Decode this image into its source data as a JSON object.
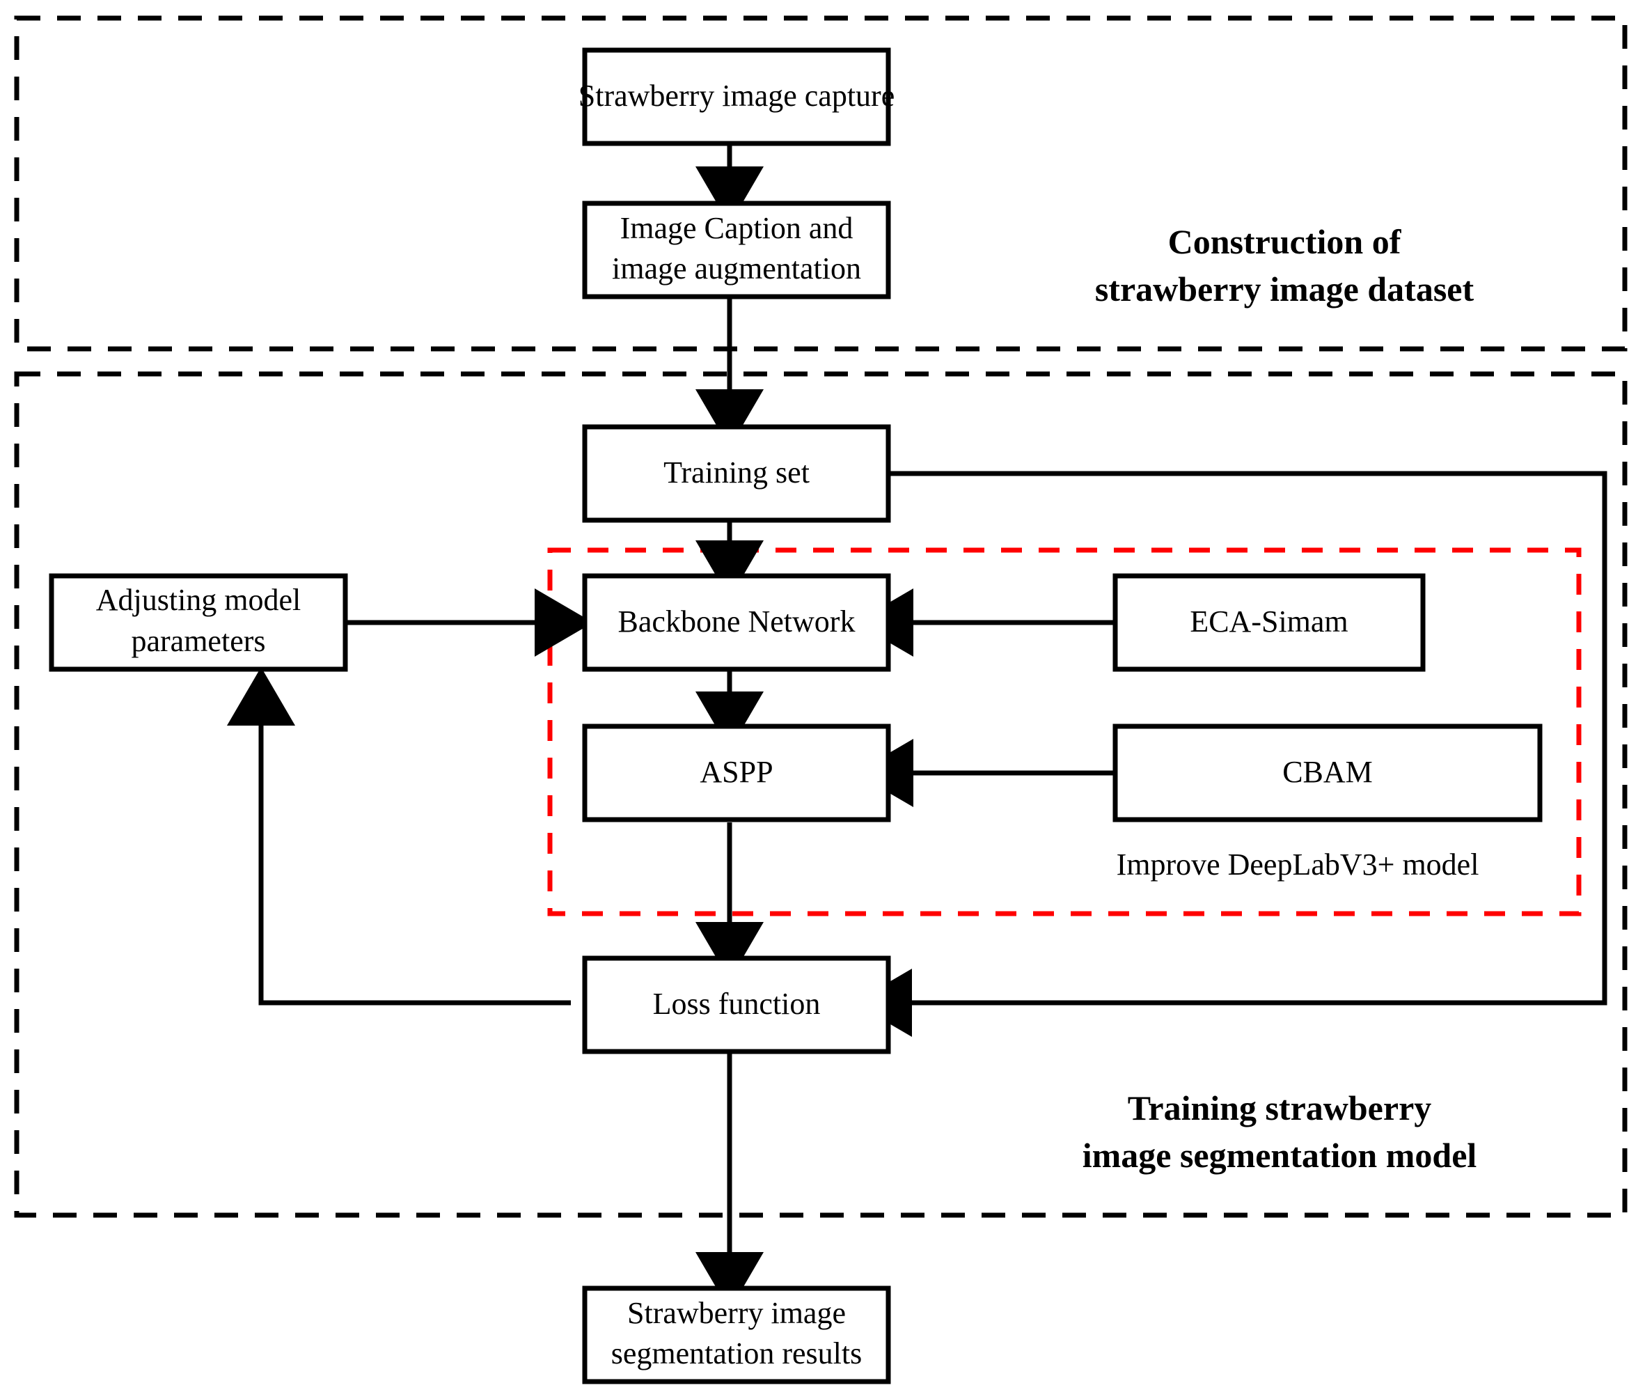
{
  "diagram": {
    "title": "Strawberry image segmentation pipeline flowchart",
    "colors": {
      "stroke": "#000000",
      "accent_red": "#ff0000",
      "background": "#ffffff"
    },
    "sections": [
      {
        "id": "dataset-construction",
        "label_line1": "Construction of",
        "label_line2": "strawberry image dataset"
      },
      {
        "id": "model-training",
        "label_line1": "Training strawberry",
        "label_line2": "image segmentation model"
      }
    ],
    "nodes": [
      {
        "id": "strawberry-image-capture",
        "line1": "Strawberry image capture",
        "line2": ""
      },
      {
        "id": "image-caption-augmentation",
        "line1": "Image Caption and",
        "line2": "image augmentation"
      },
      {
        "id": "training-set",
        "line1": "Training set",
        "line2": ""
      },
      {
        "id": "adjusting-model-parameters",
        "line1": "Adjusting model",
        "line2": "parameters"
      },
      {
        "id": "backbone-network",
        "line1": "Backbone Network",
        "line2": ""
      },
      {
        "id": "eca-simam",
        "line1": "ECA-Simam",
        "line2": ""
      },
      {
        "id": "aspp",
        "line1": "ASPP",
        "line2": ""
      },
      {
        "id": "cbam",
        "line1": "CBAM",
        "line2": ""
      },
      {
        "id": "loss-function",
        "line1": "Loss function",
        "line2": ""
      },
      {
        "id": "segmentation-results",
        "line1": "Strawberry image",
        "line2": "segmentation results"
      }
    ],
    "annotations": [
      {
        "id": "improve-deeplab",
        "text": "Improve DeepLabV3+ model"
      }
    ]
  }
}
